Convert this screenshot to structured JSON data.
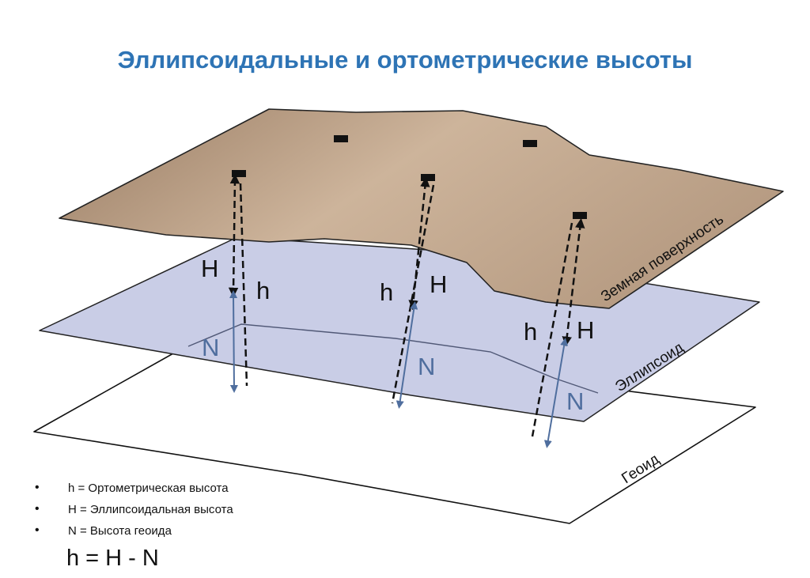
{
  "title": "Эллипсоидальные и ортометрические высоты",
  "layers": {
    "earth_surface": "Земная поверхность",
    "ellipsoid": "Эллипсоид",
    "geoid": "Геоид"
  },
  "stations": [
    {
      "H": "H",
      "h": "h",
      "N": "N"
    },
    {
      "H": "H",
      "h": "h",
      "N": "N"
    },
    {
      "H": "H",
      "h": "h",
      "N": "N"
    }
  ],
  "legend": [
    "h = Ортометрическая высота",
    "H = Эллипсоидальная высота",
    "N = Высота геоида"
  ],
  "formula": "h = H - N",
  "colors": {
    "title": "#2e74b5",
    "earth_fill": "#b59c84",
    "ellipsoid_fill": "#c9cde6",
    "N_arrow": "#4f6e9e"
  }
}
